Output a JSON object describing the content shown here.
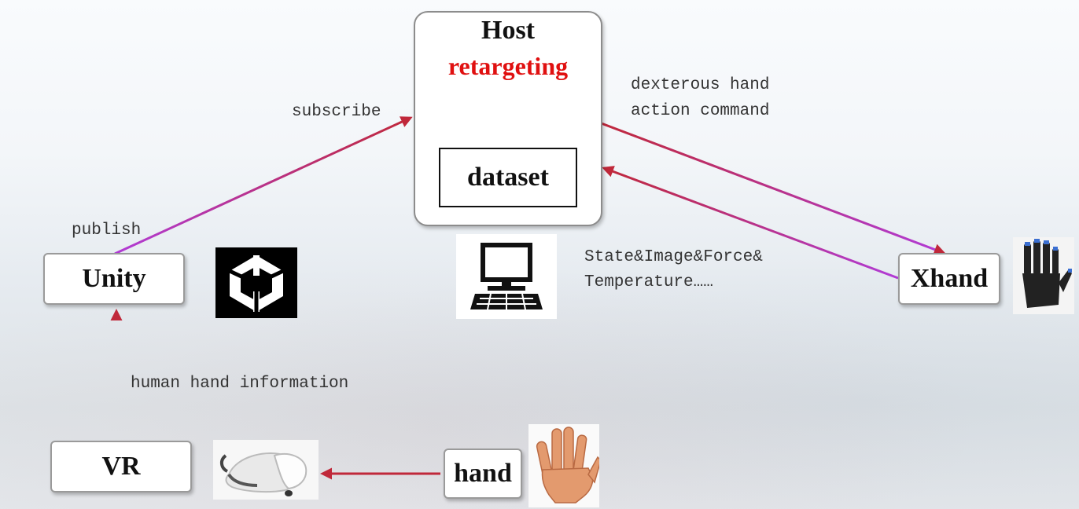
{
  "nodes": {
    "host_title": "Host",
    "host_subtitle": "retargeting",
    "dataset": "dataset",
    "unity": "Unity",
    "xhand": "Xhand",
    "vr": "VR",
    "hand": "hand"
  },
  "labels": {
    "subscribe": "subscribe",
    "publish": "publish",
    "command_line1": "dexterous hand",
    "command_line2": "action command",
    "feedback_line1": "State&Image&Force&",
    "feedback_line2": "Temperature……",
    "human_hand": "human hand information"
  },
  "colors": {
    "arrow_red": "#c0283a",
    "arrow_purple": "#b13bd6",
    "highlight": "#e01010"
  },
  "icons": [
    "unity-logo-icon",
    "computer-icon",
    "robot-hand-icon",
    "vr-headset-icon",
    "human-hand-icon"
  ]
}
